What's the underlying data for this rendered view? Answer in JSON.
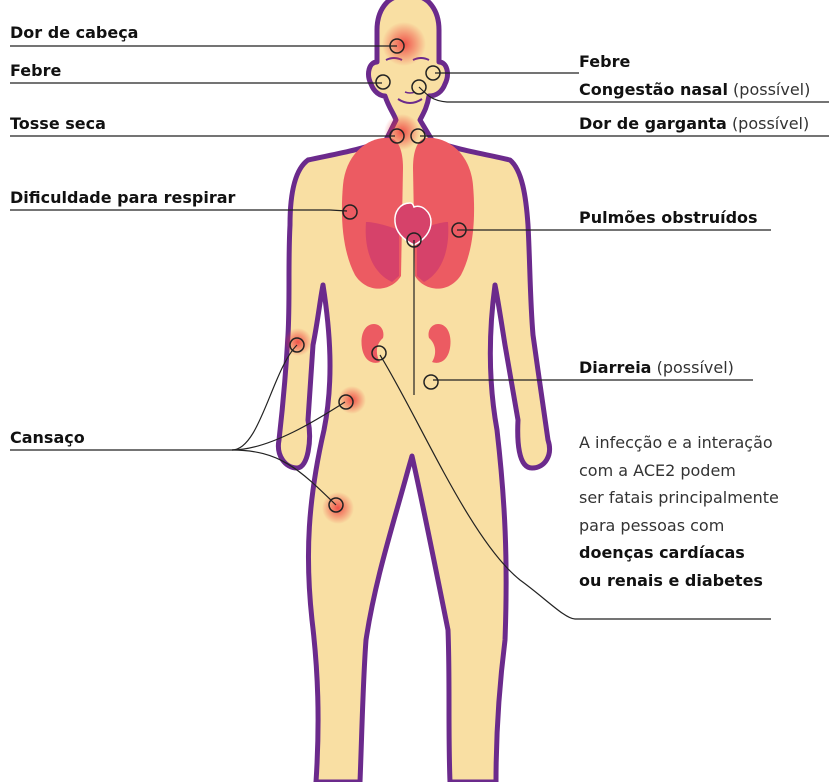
{
  "labels": {
    "headache": "Dor de cabeça",
    "fever_left": "Febre",
    "dry_cough": "Tosse seca",
    "breathing": "Dificuldade para respirar",
    "fatigue": "Cansaço",
    "fever_right": "Febre",
    "nasal": "Congestão nasal",
    "throat": "Dor de garganta",
    "possible": "(possível)",
    "lungs": "Pulmões obstruídos",
    "diarrhea": "Diarreia"
  },
  "note": {
    "line1": "A infecção e a interação",
    "line2": "com a ACE2 podem",
    "line3": "ser fatais principalmente",
    "line4": "para pessoas com",
    "line5": "doenças cardíacas",
    "line6": "ou renais e diabetes"
  },
  "colors": {
    "skin": "#f9dfa3",
    "outline": "#6b2a8c",
    "organ": "#ec5b62",
    "organ_dark": "#d6426a",
    "hotspot": "#ee3a3a"
  }
}
